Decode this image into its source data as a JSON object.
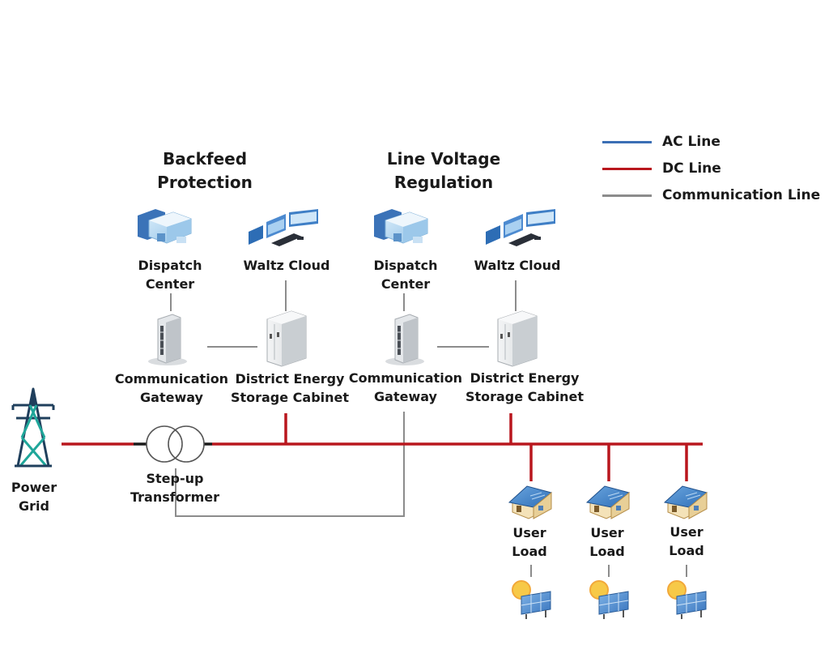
{
  "colors": {
    "ac_line": "#3b6fb5",
    "dc_line": "#b9161d",
    "comm_line": "#8c8c8c",
    "text": "#1a1a1a"
  },
  "legend": {
    "ac": "AC Line",
    "dc": "DC Line",
    "comm": "Communication Line"
  },
  "sections": {
    "backfeed": {
      "l1": "Backfeed",
      "l2": "Protection"
    },
    "voltage": {
      "l1": "Line Voltage",
      "l2": "Regulation"
    }
  },
  "nodes": {
    "dispatch1": {
      "l1": "Dispatch",
      "l2": "Center",
      "icon": "dispatch-center-icon"
    },
    "dispatch2": {
      "l1": "Dispatch",
      "l2": "Center",
      "icon": "dispatch-center-icon"
    },
    "cloud1": {
      "l1": "Waltz Cloud",
      "icon": "monitor-cloud-icon"
    },
    "cloud2": {
      "l1": "Waltz Cloud",
      "icon": "monitor-cloud-icon"
    },
    "gateway1": {
      "l1": "Communication",
      "l2": "Gateway",
      "icon": "gateway-server-icon"
    },
    "gateway2": {
      "l1": "Communication",
      "l2": "Gateway",
      "icon": "gateway-server-icon"
    },
    "storage1": {
      "l1": "District Energy",
      "l2": "Storage Cabinet",
      "icon": "storage-cabinet-icon"
    },
    "storage2": {
      "l1": "District Energy",
      "l2": "Storage Cabinet",
      "icon": "storage-cabinet-icon"
    },
    "grid": {
      "l1": "Power",
      "l2": "Grid",
      "icon": "transmission-tower-icon"
    },
    "transformer": {
      "l1": "Step-up",
      "l2": "Transformer",
      "icon": "transformer-icon"
    },
    "load1": {
      "l1": "User",
      "l2": "Load",
      "icon": "house-icon"
    },
    "load2": {
      "l1": "User",
      "l2": "Load",
      "icon": "house-icon"
    },
    "load3": {
      "l1": "User",
      "l2": "Load",
      "icon": "house-icon"
    }
  }
}
